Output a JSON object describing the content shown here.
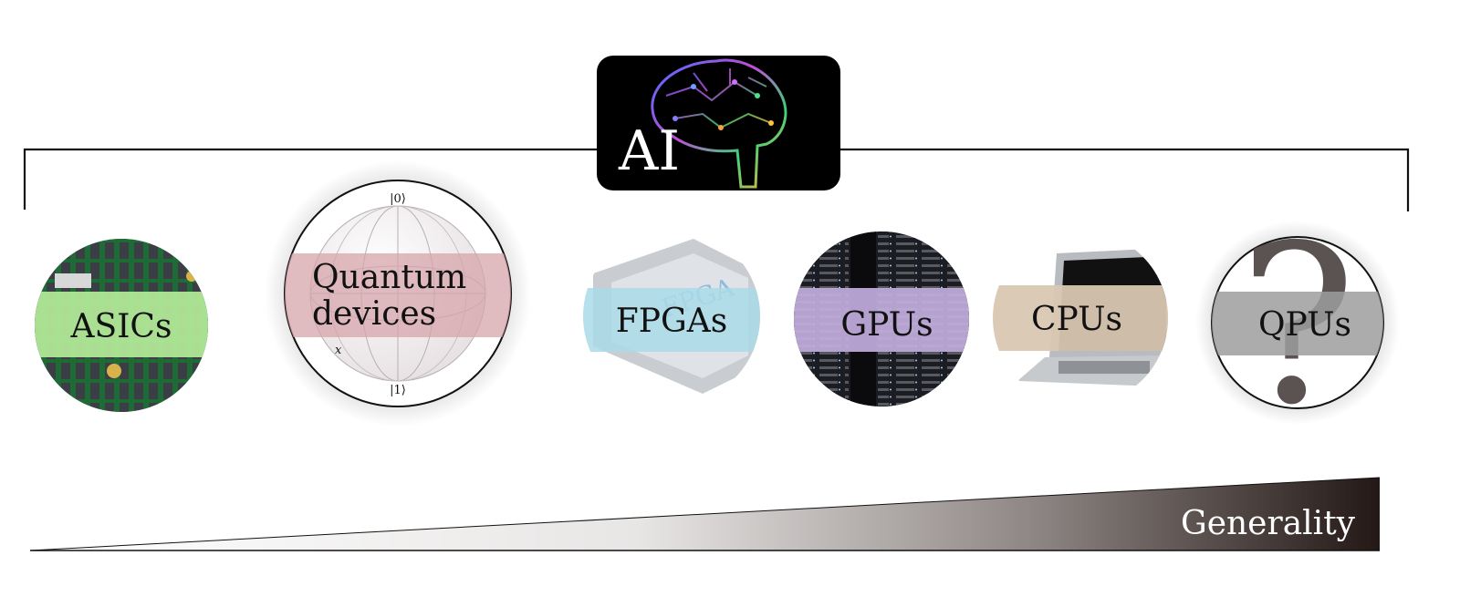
{
  "center": {
    "label": "AI"
  },
  "devices": [
    {
      "id": "asics",
      "lines": [
        "ASICs"
      ],
      "band_color": "#b5ec9a",
      "icon": "circuit-board-icon"
    },
    {
      "id": "quantum",
      "lines": [
        "Quantum",
        "devices"
      ],
      "band_color": "#d6a4aa",
      "icon": "bloch-sphere-icon",
      "sphere_labels": {
        "top": "|0⟩",
        "bottom": "|1⟩",
        "axis": "x"
      }
    },
    {
      "id": "fpgas",
      "lines": [
        "FPGAs"
      ],
      "band_color": "#a9dbe8",
      "icon": "fpga-chip-icon",
      "chip_text": "FPGA"
    },
    {
      "id": "gpus",
      "lines": [
        "GPUs"
      ],
      "band_color": "#c2aede",
      "icon": "server-rack-icon"
    },
    {
      "id": "cpus",
      "lines": [
        "CPUs"
      ],
      "band_color": "#d9c8b2",
      "icon": "laptop-icon"
    },
    {
      "id": "qpus",
      "lines": [
        "QPUs"
      ],
      "band_color": "#9e9e9e",
      "icon": "question-mark-icon",
      "glyph": "?"
    }
  ],
  "generality": {
    "label": "Generality",
    "dark_color": "#231815"
  }
}
